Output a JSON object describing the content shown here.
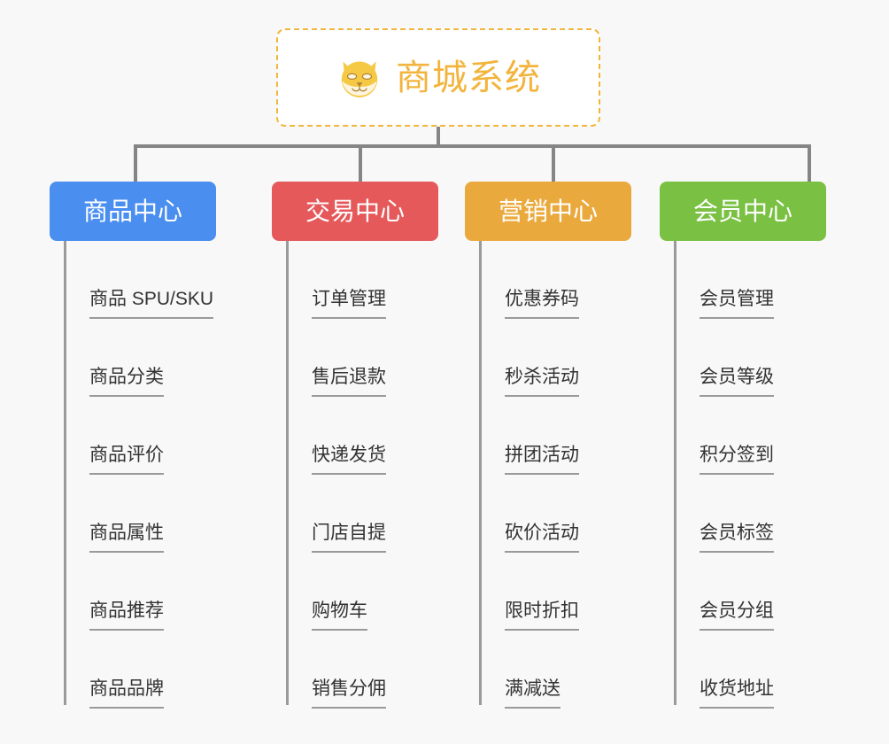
{
  "background_color": "#f8f8f8",
  "connector_color": "#858585",
  "root": {
    "title": "商城系统",
    "icon": "shiba-dog-icon",
    "border_color": "#f0b63c",
    "text_color": "#f2b43c",
    "background": "#ffffff",
    "border_style": "dashed"
  },
  "categories": [
    {
      "label": "商品中心",
      "color": "#4a8ef0",
      "items": [
        "商品 SPU/SKU",
        "商品分类",
        "商品评价",
        "商品属性",
        "商品推荐",
        "商品品牌"
      ]
    },
    {
      "label": "交易中心",
      "color": "#e5595a",
      "items": [
        "订单管理",
        "售后退款",
        "快递发货",
        "门店自提",
        "购物车",
        "销售分佣"
      ]
    },
    {
      "label": "营销中心",
      "color": "#eaa93d",
      "items": [
        "优惠券码",
        "秒杀活动",
        "拼团活动",
        "砍价活动",
        "限时折扣",
        "满减送"
      ]
    },
    {
      "label": "会员中心",
      "color": "#7ac143",
      "items": [
        "会员管理",
        "会员等级",
        "积分签到",
        "会员标签",
        "会员分组",
        "收货地址"
      ]
    }
  ]
}
